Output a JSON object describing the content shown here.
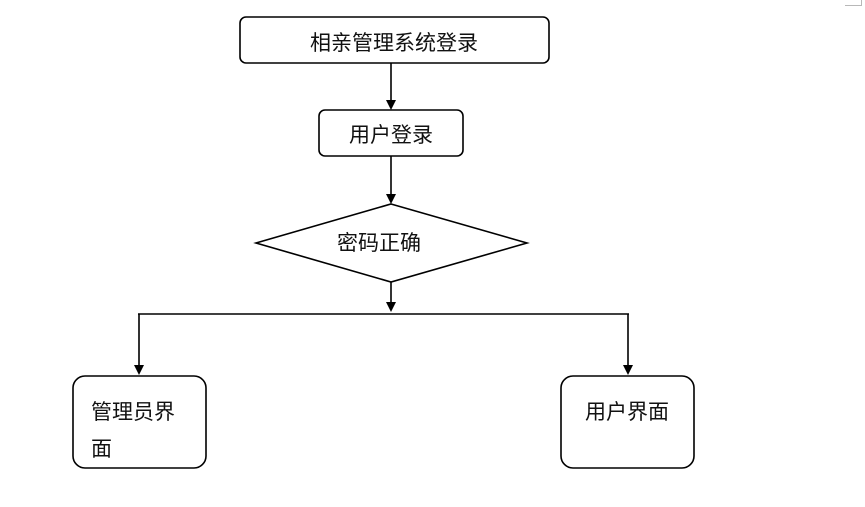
{
  "diagram": {
    "title_box": "相亲管理系统登录",
    "login_box": "用户登录",
    "decision": "密码正确",
    "admin_box": {
      "line1": "管理员界",
      "line2": "面"
    },
    "user_box": "用户界面"
  },
  "colors": {
    "stroke": "#000000",
    "text": "#111111",
    "background": "#ffffff"
  }
}
